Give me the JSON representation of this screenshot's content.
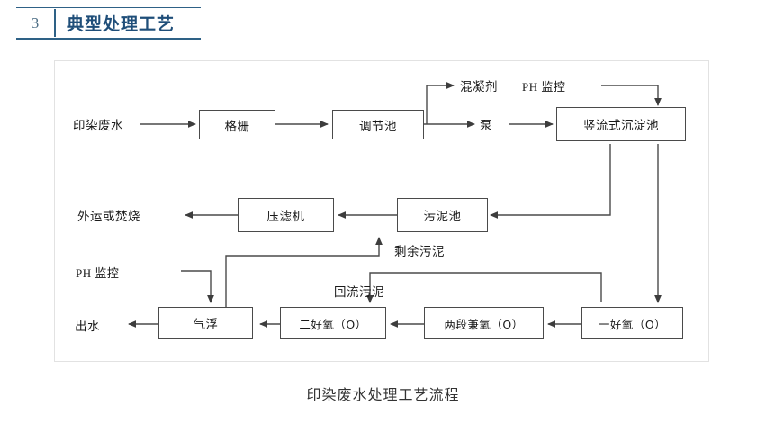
{
  "header": {
    "number": "3",
    "title": "典型处理工艺"
  },
  "figure": {
    "caption": "印染废水处理工艺流程",
    "nodes": [
      {
        "id": "grille",
        "label": "格栅"
      },
      {
        "id": "regulating",
        "label": "调节池"
      },
      {
        "id": "settling",
        "label": "竖流式沉淀池"
      },
      {
        "id": "filter-press",
        "label": "压滤机"
      },
      {
        "id": "sludge-pool",
        "label": "污泥池"
      },
      {
        "id": "flotation",
        "label": "气浮"
      },
      {
        "id": "aerobic-2",
        "label": "二好氧（O）"
      },
      {
        "id": "anoxic-2stage",
        "label": "两段兼氧（O）"
      },
      {
        "id": "aerobic-1",
        "label": "一好氧（O）"
      }
    ],
    "labels": [
      {
        "id": "influent",
        "text": "印染废水"
      },
      {
        "id": "coagulant",
        "text": "混凝剂"
      },
      {
        "id": "pump",
        "text": "泵"
      },
      {
        "id": "ph-monitor-top",
        "text": "PH 监控"
      },
      {
        "id": "haul-or-burn",
        "text": "外运或焚烧"
      },
      {
        "id": "excess-sludge",
        "text": "剩余污泥"
      },
      {
        "id": "ph-monitor-left",
        "text": "PH 监控"
      },
      {
        "id": "return-sludge",
        "text": "回流污泥"
      },
      {
        "id": "effluent",
        "text": "出水"
      }
    ]
  },
  "colors": {
    "header_accent": "#1f4e79",
    "header_rule": "#2e6186",
    "node_border": "#4a4a4a",
    "connector": "#4a4a4a",
    "frame": "#e2e2e2"
  }
}
